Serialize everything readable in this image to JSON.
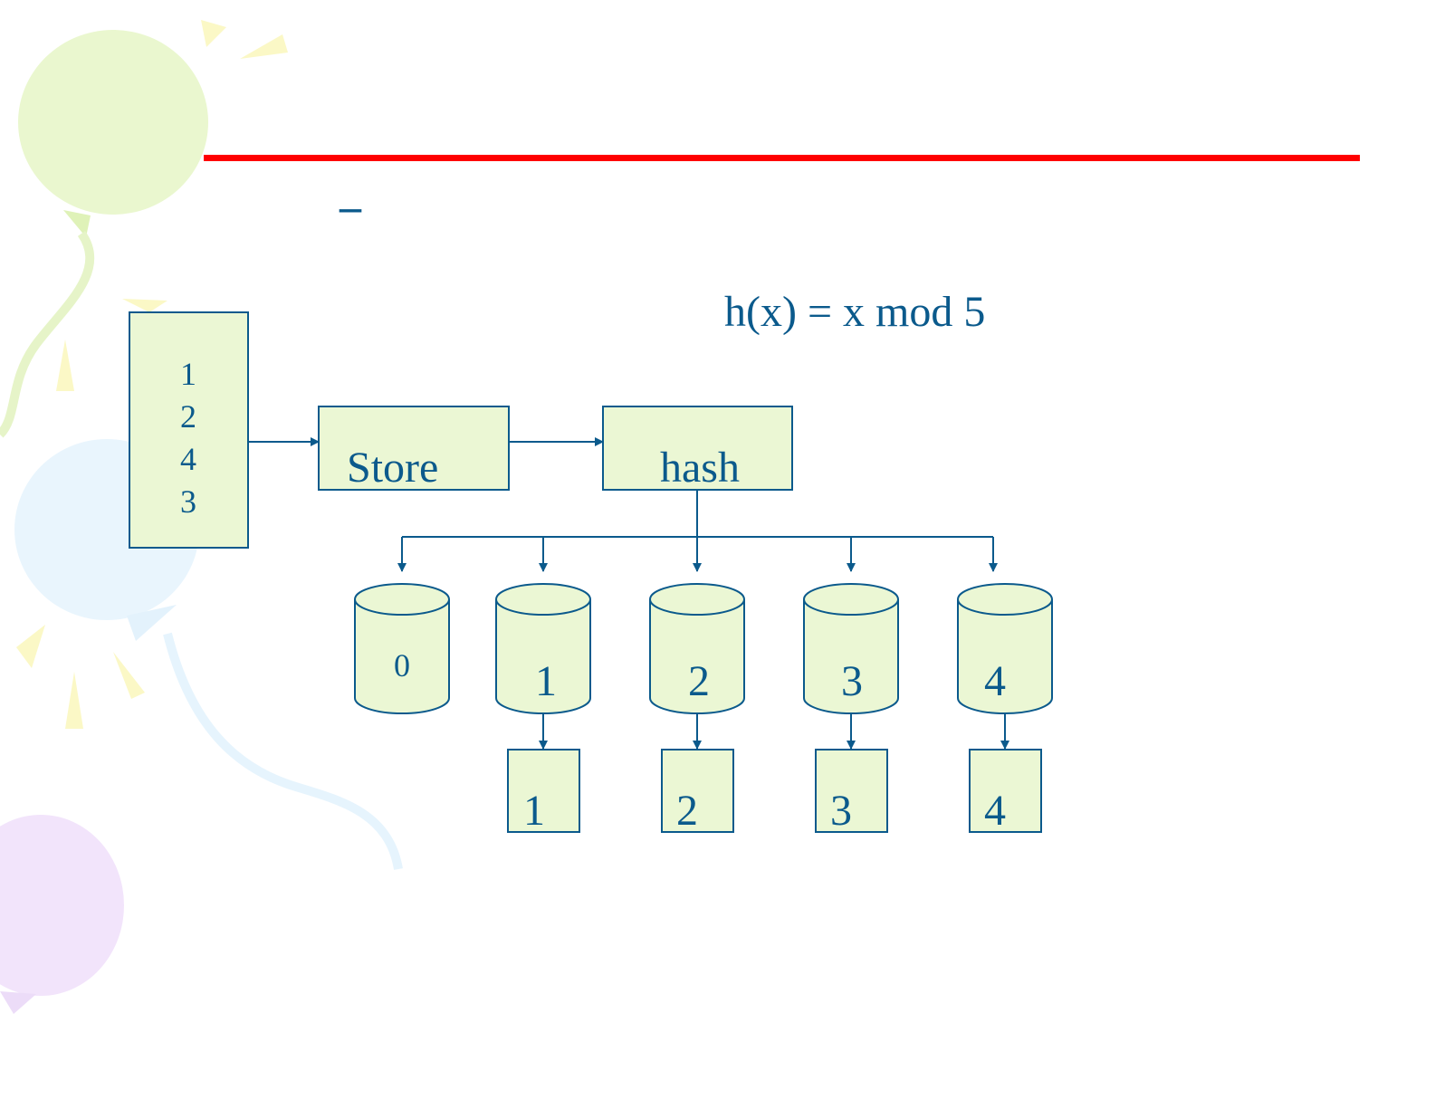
{
  "slide": {
    "bullet_dash": "–",
    "formula": "h(x) = x mod 5"
  },
  "input_box": {
    "items": [
      "1",
      "2",
      "4",
      "3"
    ]
  },
  "store_box": {
    "label": "Store"
  },
  "hash_box": {
    "label": "hash"
  },
  "buckets": [
    {
      "label": "0",
      "output": null
    },
    {
      "label": "1",
      "output": "1"
    },
    {
      "label": "2",
      "output": "2"
    },
    {
      "label": "3",
      "output": "3"
    },
    {
      "label": "4",
      "output": "4"
    }
  ],
  "colors": {
    "stroke": "#0b5a8c",
    "fill": "#ebf7d4",
    "rule": "#ff0000",
    "text": "#0b5a8c"
  }
}
